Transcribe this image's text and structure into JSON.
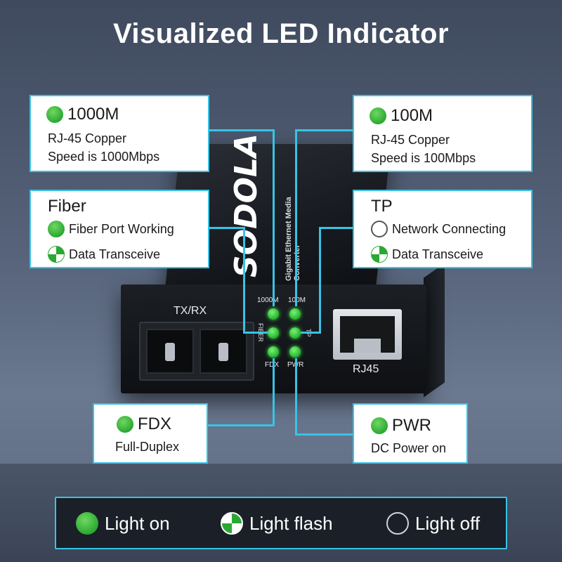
{
  "title": "Visualized LED Indicator",
  "device": {
    "brand": "SODOLA",
    "subtitle": "Gigabit Ethernet Media Converter",
    "txrx_label": "TX/RX",
    "rj45_label": "RJ45",
    "led_labels": {
      "l1000m": "1000M",
      "l100m": "100M",
      "fiber": "FIBER",
      "tp": "TP",
      "fdx": "FDX",
      "pwr": "PWR"
    }
  },
  "callouts": {
    "c1000m": {
      "heading": "1000M",
      "indicator": "on",
      "line1": "RJ-45 Copper",
      "line2": "Speed is 1000Mbps"
    },
    "c100m": {
      "heading": "100M",
      "indicator": "on",
      "line1": "RJ-45 Copper",
      "line2": "Speed is 100Mbps"
    },
    "fiber": {
      "heading": "Fiber",
      "items": [
        {
          "indicator": "on",
          "text": "Fiber Port Working"
        },
        {
          "indicator": "flash",
          "text": "Data Transceive"
        }
      ]
    },
    "tp": {
      "heading": "TP",
      "items": [
        {
          "indicator": "off",
          "text": "Network Connecting"
        },
        {
          "indicator": "flash",
          "text": "Data Transceive"
        }
      ]
    },
    "fdx": {
      "heading": "FDX",
      "indicator": "on",
      "text": "Full-Duplex"
    },
    "pwr": {
      "heading": "PWR",
      "indicator": "on",
      "text": "DC Power on"
    }
  },
  "legend": [
    {
      "indicator": "on",
      "label": "Light on"
    },
    {
      "indicator": "flash",
      "label": "Light flash"
    },
    {
      "indicator": "off",
      "label": "Light off"
    }
  ],
  "colors": {
    "accent": "#37c3e6",
    "led_green": "#2ba833",
    "legend_bg": "#1b1f28"
  }
}
